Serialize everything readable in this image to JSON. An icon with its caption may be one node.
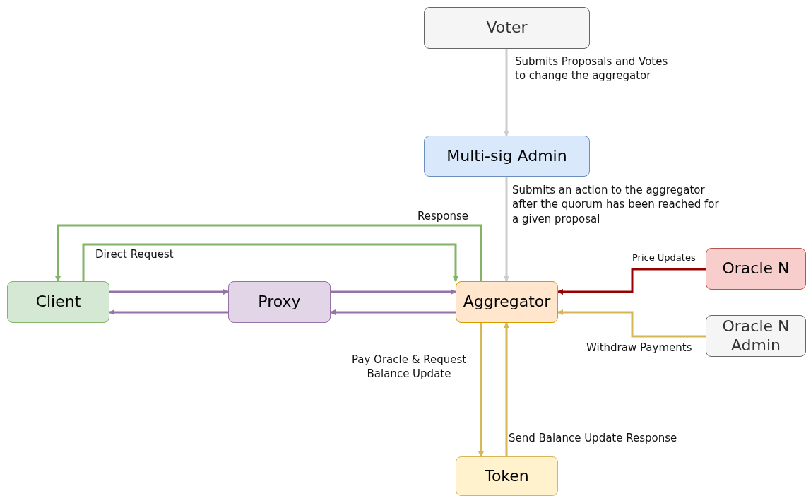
{
  "diagram": {
    "nodes": [
      {
        "text": [
          "Voter"
        ]
      },
      {
        "text": [
          "Multi-sig Admin"
        ]
      },
      {
        "text": [
          "Client"
        ]
      },
      {
        "text": [
          "Proxy"
        ]
      },
      {
        "text": [
          "Aggregator"
        ]
      },
      {
        "text": [
          "Oracle N"
        ]
      },
      {
        "text": [
          "Oracle N Admin"
        ]
      },
      {
        "text": [
          "Token"
        ]
      }
    ],
    "edges": [
      {
        "from": 0,
        "to": 1,
        "arrow": "to",
        "color": "#cccccc",
        "label": "Submits Proposals and Votes to change the aggregator"
      },
      {
        "from": 1,
        "to": 4,
        "arrow": "to",
        "color": "#cccccc",
        "label": "Submits an action to the aggregator after the quorum has been reached for a given proposal"
      },
      {
        "from": 4,
        "to": 2,
        "arrow": "to",
        "color": "#82b366",
        "label": "Response"
      },
      {
        "from": 2,
        "to": 4,
        "arrow": "to",
        "color": "#82b366",
        "label": "Direct Request"
      },
      {
        "from": 2,
        "to": 3,
        "arrow": "to",
        "color": "#9673a6"
      },
      {
        "from": 3,
        "to": 4,
        "arrow": "to",
        "color": "#9673a6"
      },
      {
        "from": 4,
        "to": 3,
        "arrow": "to",
        "color": "#9673a6"
      },
      {
        "from": 3,
        "to": 2,
        "arrow": "to",
        "color": "#9673a6"
      },
      {
        "from": 5,
        "to": 4,
        "arrow": "to",
        "color": "#990000",
        "label": "Price Updates"
      },
      {
        "from": 6,
        "to": 4,
        "arrow": "to",
        "color": "#d6b656",
        "label": "Withdraw Payments"
      },
      {
        "from": 4,
        "to": 7,
        "arrow": "to",
        "color": "#d6b656",
        "label": "Pay Oracle & Request Balance Update"
      },
      {
        "from": 7,
        "to": 4,
        "arrow": "to",
        "color": "#d6b656",
        "label": "Send Balance Update Response"
      }
    ]
  }
}
